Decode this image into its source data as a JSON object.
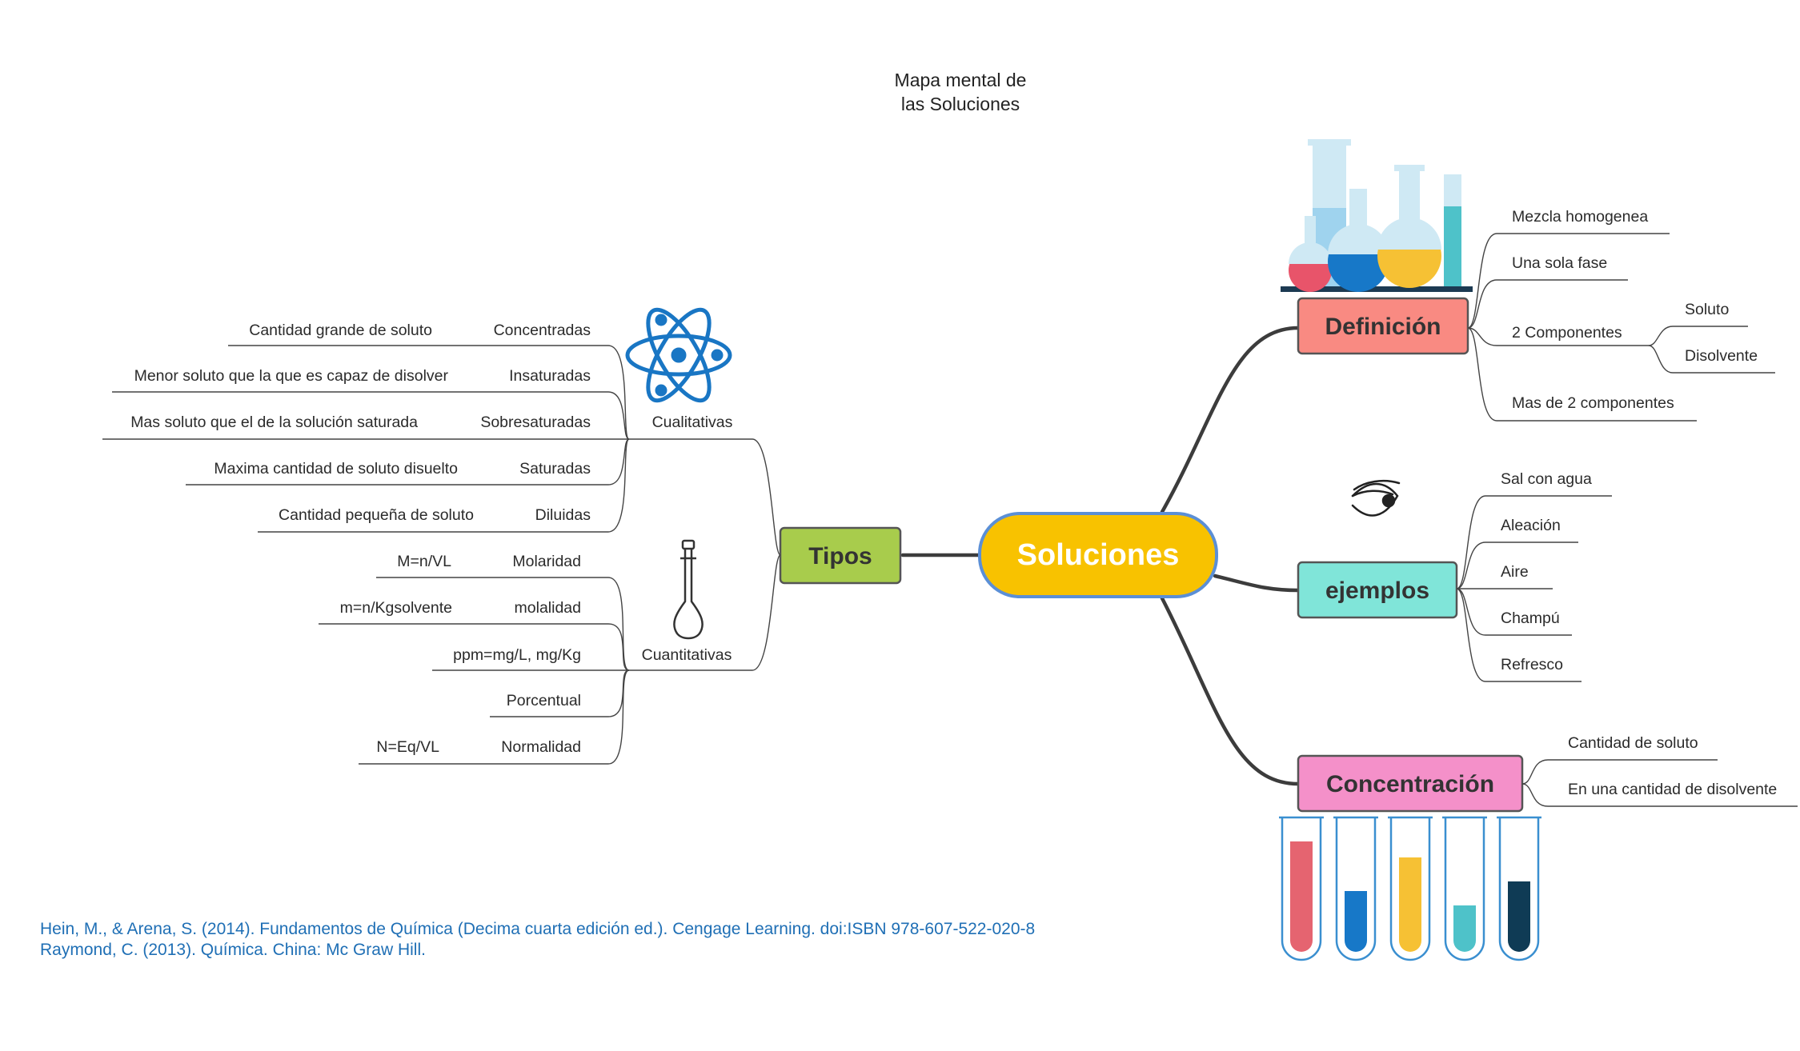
{
  "title": {
    "line1": "Mapa mental de",
    "line2": "las Soluciones"
  },
  "center": "Soluciones",
  "colors": {
    "center_fill": "#f8c200",
    "center_stroke": "#5b8fd6",
    "tipos": "#a8cc4c",
    "definicion": "#f98a82",
    "ejemplos": "#80e5d9",
    "concentracion": "#f490c9"
  },
  "branches": {
    "tipos": {
      "label": "Tipos",
      "cualitativas": {
        "label": "Cualitativas",
        "items": [
          {
            "label": "Concentradas",
            "desc": "Cantidad grande de soluto"
          },
          {
            "label": "Insaturadas",
            "desc": "Menor soluto que la que es capaz de disolver"
          },
          {
            "label": "Sobresaturadas",
            "desc": "Mas soluto que el de la solución saturada"
          },
          {
            "label": "Saturadas",
            "desc": "Maxima cantidad de soluto disuelto"
          },
          {
            "label": "Diluidas",
            "desc": "Cantidad pequeña de soluto"
          }
        ]
      },
      "cuantitativas": {
        "label": "Cuantitativas",
        "items": [
          {
            "label": "Molaridad",
            "desc": "M=n/VL"
          },
          {
            "label": "molalidad",
            "desc": "m=n/Kgsolvente"
          },
          {
            "label": "ppm=mg/L, mg/Kg",
            "desc": ""
          },
          {
            "label": "Porcentual",
            "desc": ""
          },
          {
            "label": "Normalidad",
            "desc": "N=Eq/VL"
          }
        ]
      }
    },
    "definicion": {
      "label": "Definición",
      "items": [
        {
          "label": "Mezcla homogenea"
        },
        {
          "label": "Una sola fase"
        },
        {
          "label": "2 Componentes",
          "children": [
            "Soluto",
            "Disolvente"
          ]
        },
        {
          "label": "Mas de 2 componentes"
        }
      ]
    },
    "ejemplos": {
      "label": "ejemplos",
      "items": [
        "Sal con agua",
        "Aleación",
        "Aire",
        "Champú",
        "Refresco"
      ]
    },
    "concentracion": {
      "label": "Concentración",
      "items": [
        "Cantidad de soluto",
        "En una cantidad de disolvente"
      ]
    }
  },
  "references": [
    "Hein, M., & Arena, S. (2014). Fundamentos de Química (Decima cuarta edición ed.). Cengage Learning. doi:ISBN 978-607-522-020-8",
    "Raymond, C. (2013). Química. China: Mc Graw Hill."
  ],
  "icons": {
    "atom": "atom-icon",
    "flask": "volumetric-flask-icon",
    "lab": "lab-glassware-icon",
    "eye": "eye-icon",
    "tubes": "test-tubes-icon"
  }
}
